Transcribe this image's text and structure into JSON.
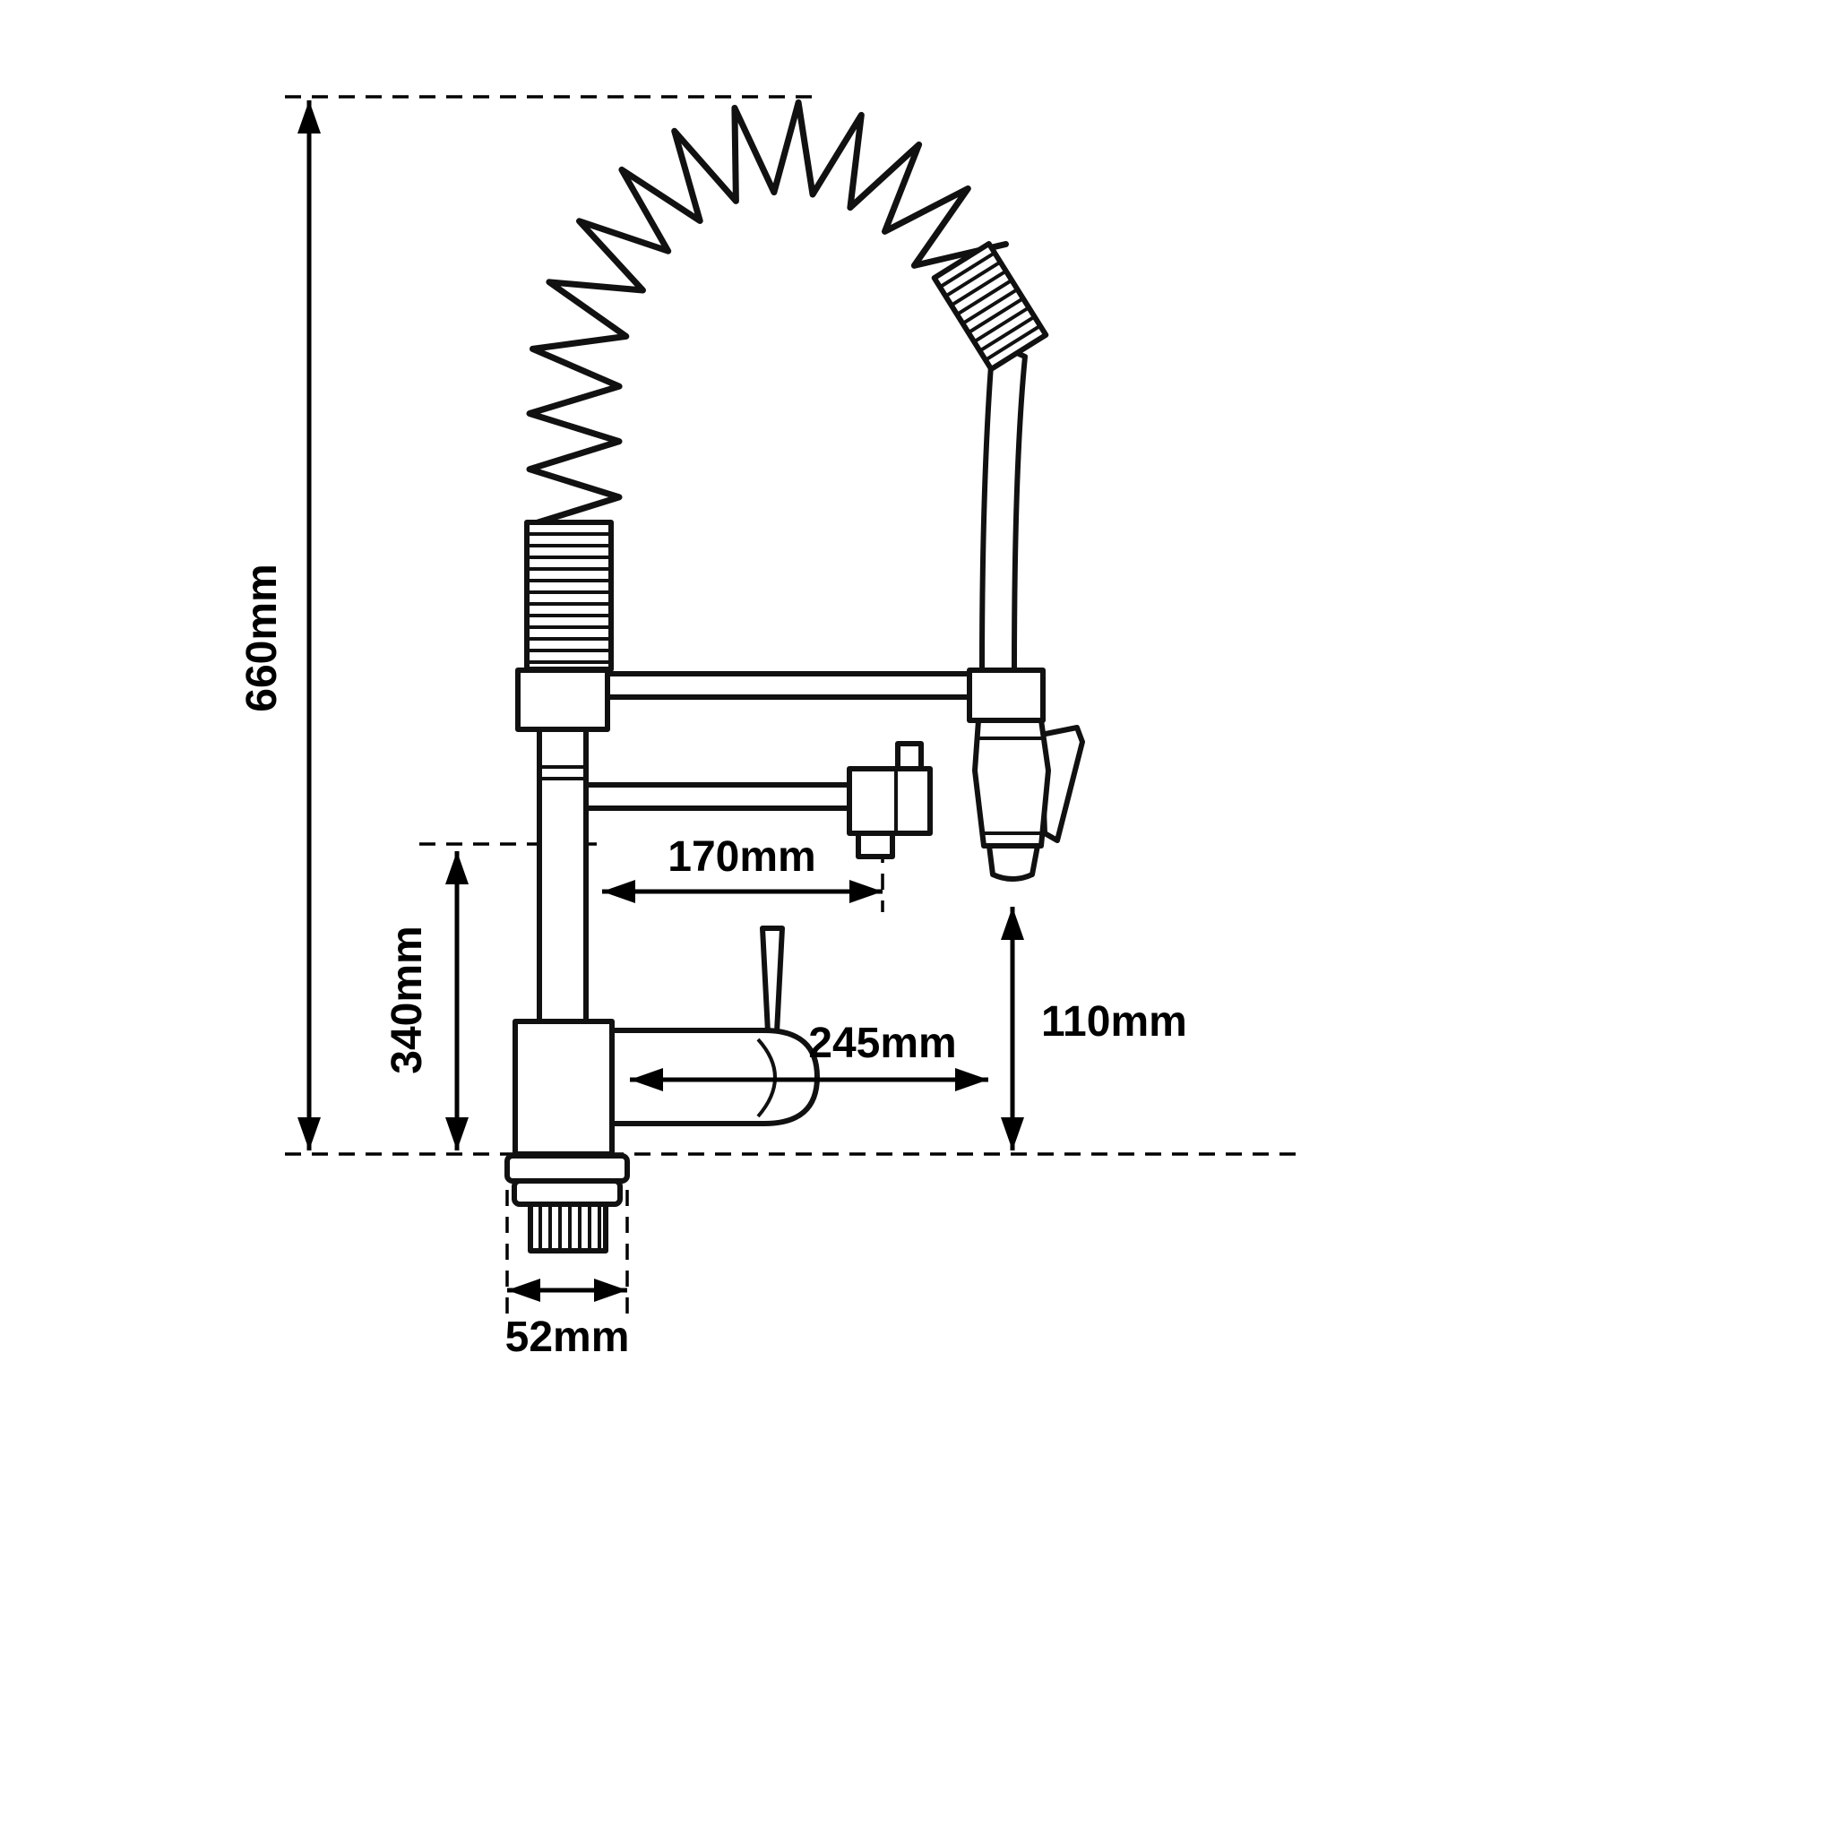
{
  "diagram": {
    "type": "technical-dimension-drawing",
    "units": "mm",
    "colors": {
      "background": "#ffffff",
      "line": "#111111",
      "dimension": "#000000"
    },
    "dimensions": {
      "overall_height": {
        "label": "660mm",
        "value": 660,
        "orientation": "vertical"
      },
      "column_height": {
        "label": "340mm",
        "value": 340,
        "orientation": "vertical"
      },
      "spout_reach": {
        "label": "170mm",
        "value": 170,
        "orientation": "horizontal"
      },
      "spray_outlet_height": {
        "label": "110mm",
        "value": 110,
        "orientation": "vertical"
      },
      "overall_reach": {
        "label": "245mm",
        "value": 245,
        "orientation": "horizontal"
      },
      "base_width": {
        "label": "52mm",
        "value": 52,
        "orientation": "horizontal"
      }
    }
  }
}
